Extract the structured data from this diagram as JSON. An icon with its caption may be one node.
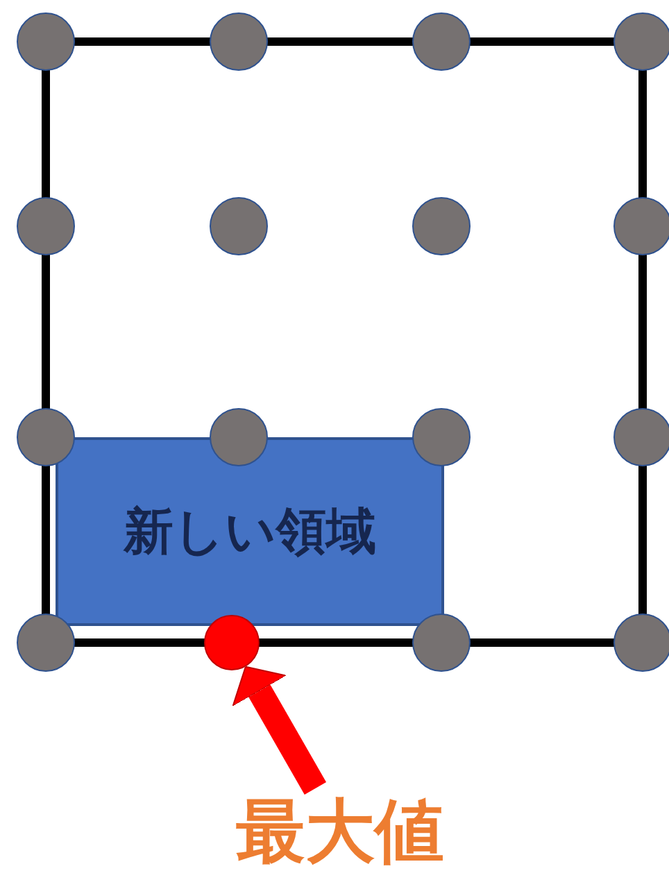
{
  "diagram": {
    "nodes": [
      {
        "text": [],
        "shape": "circle"
      },
      {
        "text": [],
        "shape": "circle"
      },
      {
        "text": [],
        "shape": "circle"
      },
      {
        "text": [],
        "shape": "circle"
      },
      {
        "text": [],
        "shape": "circle"
      },
      {
        "text": [],
        "shape": "circle"
      },
      {
        "text": [],
        "shape": "circle"
      },
      {
        "text": [],
        "shape": "circle"
      },
      {
        "text": [],
        "shape": "circle"
      },
      {
        "text": [],
        "shape": "circle"
      },
      {
        "text": [],
        "shape": "circle"
      },
      {
        "text": [],
        "shape": "circle"
      },
      {
        "text": [
          "新しい領域"
        ]
      },
      {
        "text": [],
        "shape": "circle"
      },
      {
        "text": [],
        "shape": "circle"
      },
      {
        "text": [],
        "shape": "circle"
      },
      {
        "text": [],
        "shape": "circle"
      },
      {
        "text": [
          "最大値"
        ]
      }
    ],
    "edges": [
      {
        "from": 17,
        "to": 14,
        "arrow": "to"
      }
    ]
  }
}
